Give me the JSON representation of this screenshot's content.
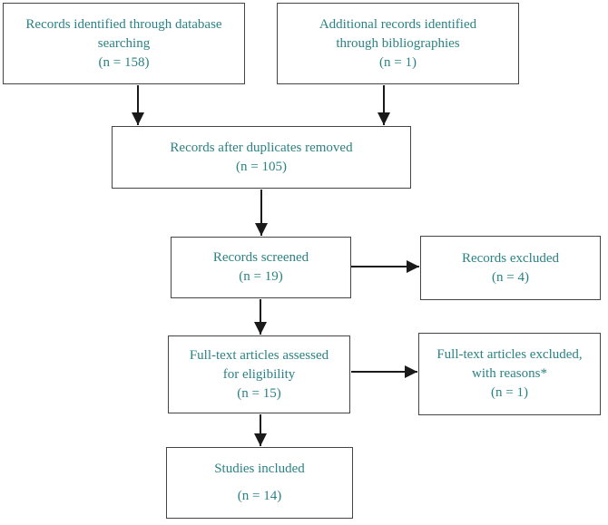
{
  "colors": {
    "text": "#2b8285",
    "box_border": "#454545",
    "arrow": "#1a1a1a",
    "background": "#ffffff"
  },
  "nodes": {
    "records_identified": {
      "label": "Records identified through database\nsearching",
      "count": "(n = 158)"
    },
    "additional_records": {
      "label": "Additional records identified\nthrough bibliographies",
      "count": "(n = 1)"
    },
    "duplicates_removed": {
      "label": "Records after duplicates removed",
      "count": "(n = 105)"
    },
    "records_screened": {
      "label": "Records screened",
      "count": "(n = 19)"
    },
    "records_excluded": {
      "label": "Records excluded",
      "count": "(n = 4)"
    },
    "fulltext_assessed": {
      "label": "Full-text articles assessed\nfor eligibility",
      "count": "(n = 15)"
    },
    "fulltext_excluded": {
      "label": "Full-text articles excluded,\nwith reasons*",
      "count": "(n = 1)"
    },
    "studies_included": {
      "label": "Studies included",
      "count": "(n = 14)"
    }
  }
}
